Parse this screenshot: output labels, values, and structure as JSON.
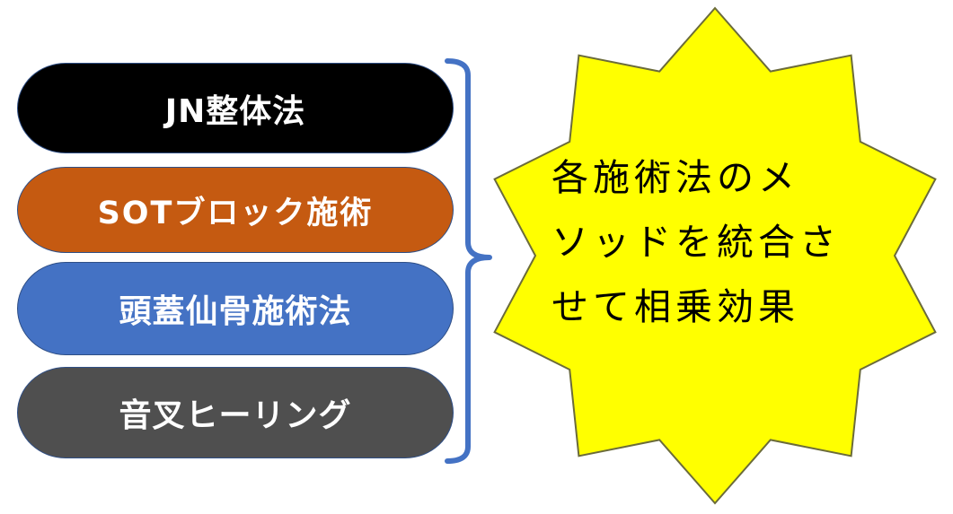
{
  "methods": [
    {
      "label": "JN整体法",
      "color": "#000000"
    },
    {
      "label": "SOTブロック施術",
      "color": "#c55a11"
    },
    {
      "label": "頭蓋仙骨施術法",
      "color": "#4472c4"
    },
    {
      "label": "音叉ヒーリング",
      "color": "#4f4f4f"
    }
  ],
  "bracket_color": "#4472c4",
  "result": {
    "lines": [
      "各施術法のメ",
      "ソッドを統合さ",
      "せて相乗効果"
    ],
    "fill_color": "#ffff00",
    "outline_color": "#6b6b3a"
  }
}
